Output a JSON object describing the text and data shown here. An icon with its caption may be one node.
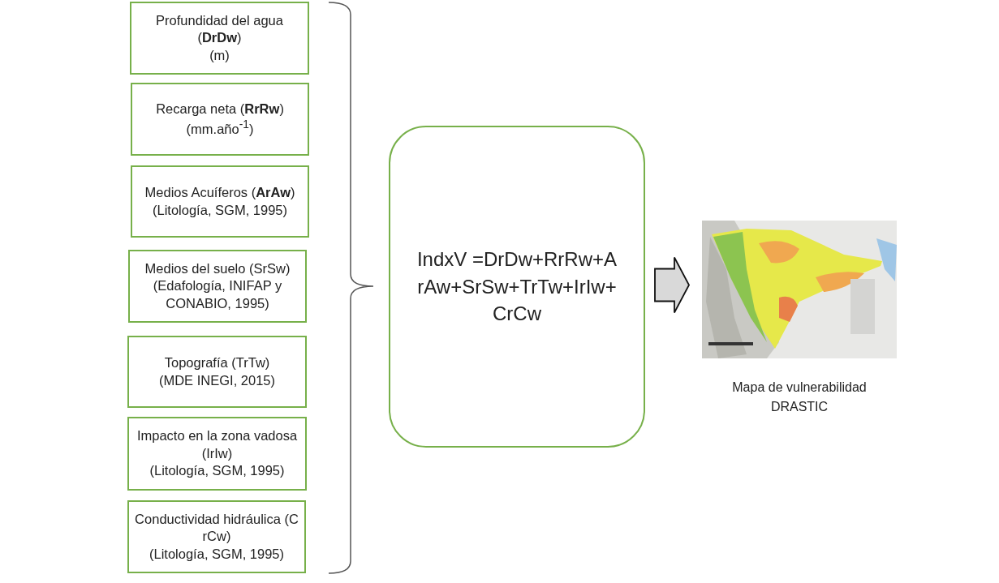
{
  "diagram": {
    "nodes": [
      {
        "text": [
          "Profundidad del agua (**DrDw**)",
          "(m)"
        ]
      },
      {
        "text": [
          "Recarga neta (**RrRw**)",
          "(mm.año$^{-1}$)"
        ]
      },
      {
        "text": [
          "Medios Acuíferos (**ArAw**)",
          "(Litología, SGM, 1995)"
        ]
      },
      {
        "text": [
          "Medios del suelo (SrSw)",
          "(Edafología, INIFAP y CONABIO, 1995)"
        ]
      },
      {
        "text": [
          "Topografía (TrTw)",
          "(MDE INEGI, 2015)"
        ]
      },
      {
        "text": [
          "Impacto en la zona vadosa (IrIw)",
          "(Litología, SGM, 1995)"
        ]
      },
      {
        "text": [
          "Conductividad hidráulica  (C rCw)",
          "(Litología, SGM, 1995)"
        ]
      },
      {
        "text": [
          "IndxV =DrDw+RrRw+ArAw+SrSw+TrTw+IrIw+CrCw"
        ]
      },
      {
        "text": [],
        "shape": "picture",
        "beside": [
          "Mapa de vulnerabilidad DRASTIC"
        ]
      }
    ],
    "edges": [
      {
        "from": 7,
        "to": 8,
        "arrow": "to"
      }
    ]
  }
}
